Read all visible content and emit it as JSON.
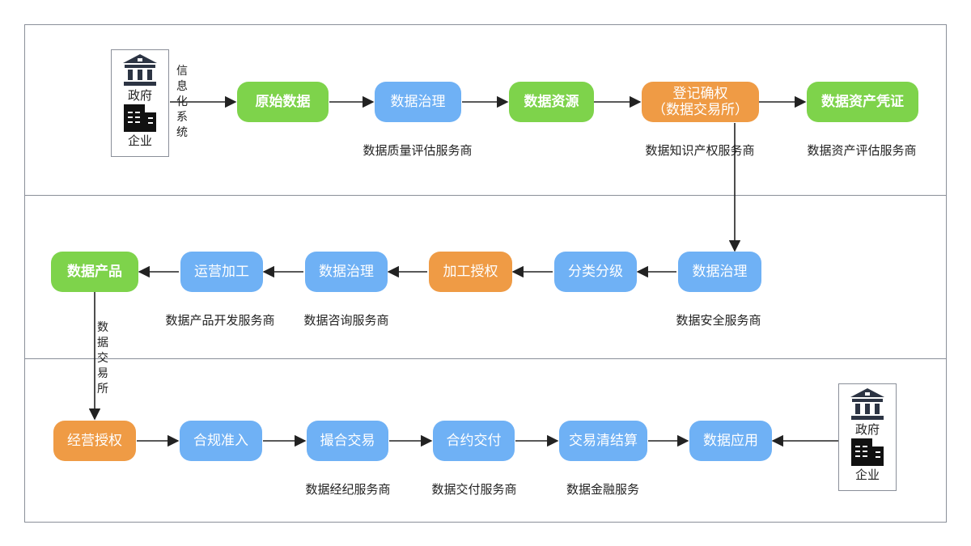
{
  "bands": [
    {
      "id": "band1"
    },
    {
      "id": "band2"
    },
    {
      "id": "band3"
    }
  ],
  "actors": {
    "top": {
      "gov": "政府",
      "ent": "企业"
    },
    "bottom": {
      "gov": "政府",
      "ent": "企业"
    }
  },
  "edge_labels": {
    "info_system": "信息化系统",
    "exchange": "数据交易所"
  },
  "row1": {
    "raw_data": "原始数据",
    "governance": "数据治理",
    "resource": "数据资源",
    "register": "登记确权\n（数据交易所）",
    "certificate": "数据资产凭证",
    "sub_quality": "数据质量评估服务商",
    "sub_ip": "数据知识产权服务商",
    "sub_asset": "数据资产评估服务商"
  },
  "row2": {
    "governance": "数据治理",
    "classify": "分类分级",
    "process_auth": "加工授权",
    "governance2": "数据治理",
    "operation": "运营加工",
    "product": "数据产品",
    "sub_security": "数据安全服务商",
    "sub_consult": "数据咨询服务商",
    "sub_product": "数据产品开发服务商"
  },
  "row3": {
    "operate_auth": "经营授权",
    "access": "合规准入",
    "match": "撮合交易",
    "delivery": "合约交付",
    "clearing": "交易清结算",
    "application": "数据应用",
    "sub_broker": "数据经纪服务商",
    "sub_delivery": "数据交付服务商",
    "sub_finance": "数据金融服务"
  },
  "colors": {
    "green": "#7ed34b",
    "blue": "#6fb1f5",
    "orange": "#ef9b45",
    "border": "#8a8f99",
    "arrow": "#222222"
  },
  "icons": [
    "bank-icon",
    "building-icon"
  ]
}
